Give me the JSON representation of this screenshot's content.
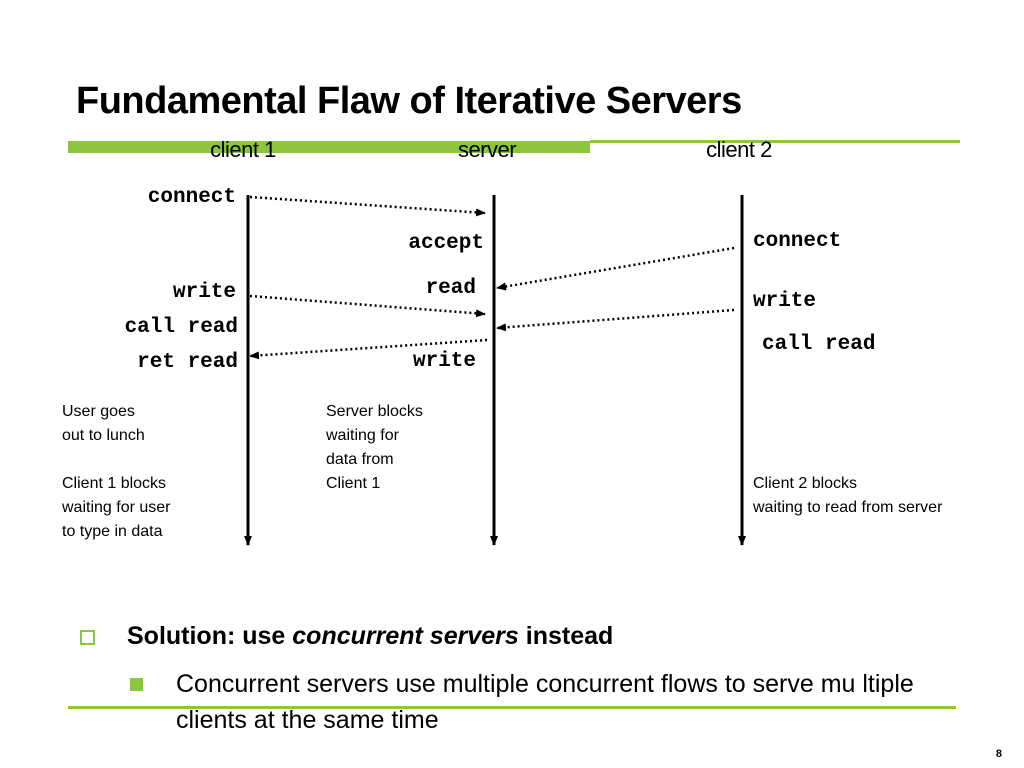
{
  "title": "Fundamental Flaw of Iterative Servers",
  "columns": {
    "client1": "client 1",
    "server": "server",
    "client2": "client 2"
  },
  "client1_ops": {
    "connect": "connect",
    "write": "write",
    "call_read": "call read",
    "ret_read": "ret read"
  },
  "server_ops": {
    "accept": "accept",
    "read": "read",
    "write": "write"
  },
  "client2_ops": {
    "connect": "connect",
    "write": "write",
    "call_read": "call read"
  },
  "notes": {
    "client1_lunch": [
      "User goes",
      "out to lunch"
    ],
    "client1_blocks": [
      "Client 1 blocks",
      "waiting for user",
      "to type in data"
    ],
    "server_blocks": [
      "Server blocks",
      "waiting for",
      "data from",
      "Client 1"
    ],
    "client2_blocks": [
      "Client 2 blocks",
      "waiting to read from server"
    ]
  },
  "bullets": {
    "solution_prefix": "Solution: use ",
    "solution_emphasis": "concurrent servers",
    "solution_suffix": " instead",
    "detail": "Concurrent servers use multiple concurrent flows to serve mu ltiple clients at the same time"
  },
  "page_number": "8",
  "colors": {
    "accent": "#8cc63f",
    "line": "#000000"
  }
}
